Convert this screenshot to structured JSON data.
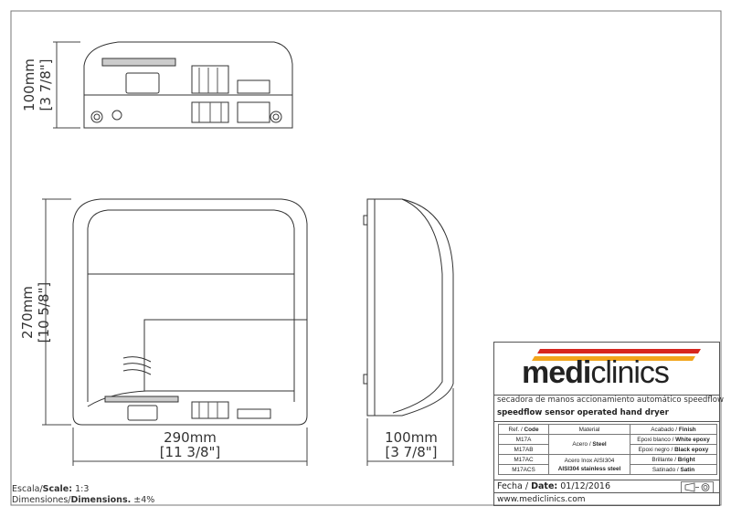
{
  "dimensions": {
    "top_view_height_mm": "100mm",
    "top_view_height_in": "[3 7/8\"]",
    "front_height_mm": "270mm",
    "front_height_in": "[10 5/8\"]",
    "front_width_mm": "290mm",
    "front_width_in": "[11 3/8\"]",
    "side_depth_mm": "100mm",
    "side_depth_in": "[3 7/8\"]"
  },
  "title_block": {
    "logo": {
      "bold": "medi",
      "light": "clinics"
    },
    "colors": {
      "stripe_red": "#d7261e",
      "stripe_orange": "#f2a51c"
    },
    "description_es": "secadora de manos accionamiento automático speedflow",
    "description_en": "speedflow sensor operated hand dryer",
    "headers": {
      "code_es": "Ref. / ",
      "code_en": "Code",
      "material": "Material",
      "finish_es": "Acabado / ",
      "finish_en": "Finish"
    },
    "rows": [
      {
        "code": "M17A",
        "finish_es": "Epoxi blanco / ",
        "finish_en": "White epoxy"
      },
      {
        "code": "M17AB",
        "finish_es": "Epoxi negro / ",
        "finish_en": "Black epoxy"
      },
      {
        "code": "M17AC",
        "finish_es": "Brillante / ",
        "finish_en": "Bright"
      },
      {
        "code": "M17ACS",
        "finish_es": "Satinado / ",
        "finish_en": "Satin"
      }
    ],
    "materials": [
      {
        "es": "Acero / ",
        "en": "Steel"
      },
      {
        "es": "Acero Inox AISI304",
        "en": "AISI304 stainless steel"
      }
    ],
    "date_label_es": "Fecha / ",
    "date_label_en": "Date:",
    "date": "01/12/2016",
    "projection_icon": "first-angle-projection-icon",
    "website": "www.mediclinics.com"
  },
  "notes": {
    "scale_es": "Escala/",
    "scale_en": "Scale:",
    "scale_value": "1:3",
    "dimensions_es": "Dimensiones/",
    "dimensions_en": "Dimensions.",
    "tolerance": "±4%"
  }
}
